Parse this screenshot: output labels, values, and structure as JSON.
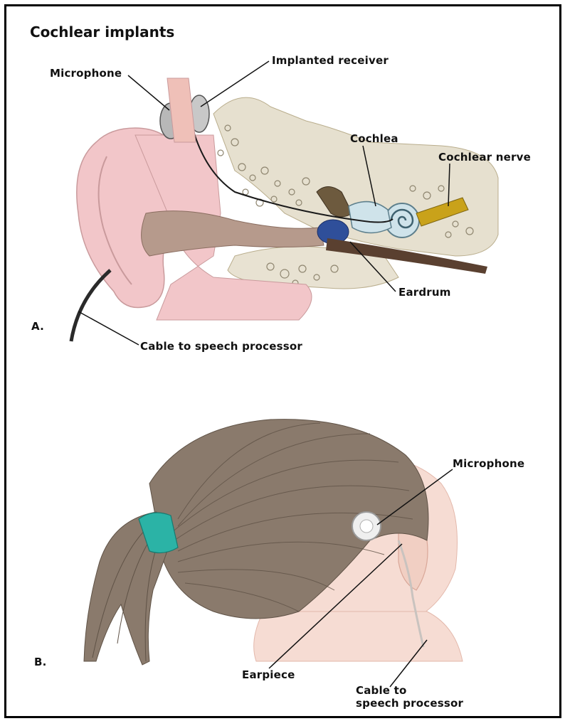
{
  "title": "Cochlear implants",
  "panel_a": {
    "letter": "A.",
    "labels": {
      "microphone": "Microphone",
      "implanted_receiver": "Implanted receiver",
      "cochlea": "Cochlea",
      "cochlear_nerve": "Cochlear nerve",
      "eardrum": "Eardrum",
      "cable": "Cable to speech processor"
    }
  },
  "panel_b": {
    "letter": "B.",
    "labels": {
      "microphone": "Microphone",
      "earpiece": "Earpiece",
      "cable_line1": "Cable to",
      "cable_line2": "speech processor"
    }
  },
  "colors": {
    "skin_pink": "#f2c6c9",
    "bone": "#e6e0cf",
    "eardrum_blue": "#2f4f9a",
    "nerve_yellow": "#c9a21a",
    "hair": "#8a7a6c",
    "hair_band": "#2bb3a6",
    "face_skin": "#f6dcd3"
  }
}
